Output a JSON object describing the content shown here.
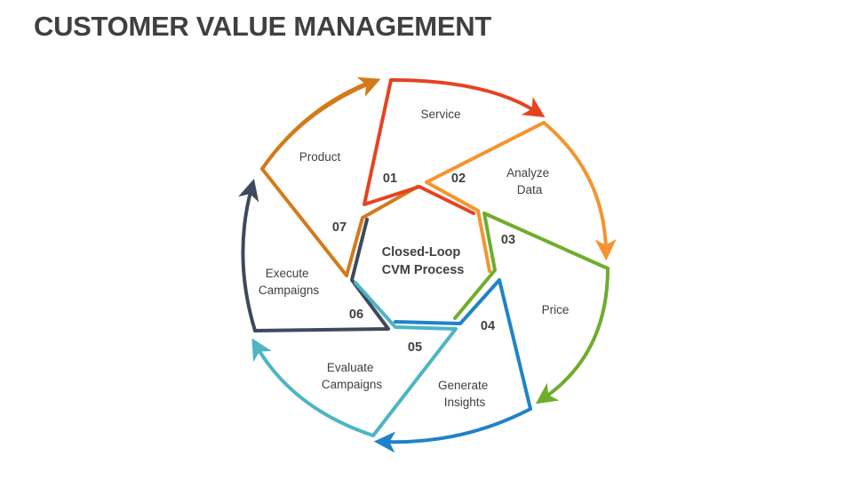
{
  "title": "CUSTOMER VALUE MANAGEMENT",
  "center": {
    "line1": "Closed-Loop",
    "line2": "CVM Process"
  },
  "steps": [
    {
      "number": "01",
      "label_lines": [
        "Service"
      ],
      "color": "#E5431F"
    },
    {
      "number": "02",
      "label_lines": [
        "Analyze",
        "Data"
      ],
      "color": "#F7932E"
    },
    {
      "number": "03",
      "label_lines": [
        "Price"
      ],
      "color": "#6FAD2C"
    },
    {
      "number": "04",
      "label_lines": [
        "Generate",
        "Insights"
      ],
      "color": "#1F83C8"
    },
    {
      "number": "05",
      "label_lines": [
        "Evaluate",
        "Campaigns"
      ],
      "color": "#4DB5C4"
    },
    {
      "number": "06",
      "label_lines": [
        "Execute",
        "Campaigns"
      ],
      "color": "#3E4A5C"
    },
    {
      "number": "07",
      "label_lines": [
        "Product"
      ],
      "color": "#D47A1A"
    }
  ]
}
